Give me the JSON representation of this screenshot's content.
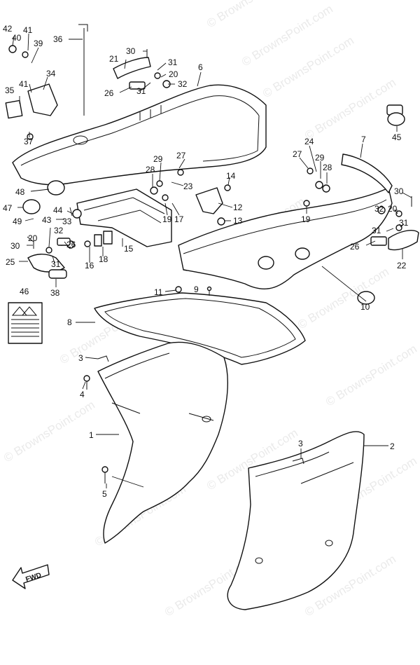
{
  "watermark": "© BrownsPoint.com",
  "fwd_label": "FWD",
  "callouts": [
    {
      "id": "c42",
      "text": "42"
    },
    {
      "id": "c41a",
      "text": "41"
    },
    {
      "id": "c40",
      "text": "40"
    },
    {
      "id": "c39",
      "text": "39"
    },
    {
      "id": "c36",
      "text": "36"
    },
    {
      "id": "c30a",
      "text": "30"
    },
    {
      "id": "c21",
      "text": "21"
    },
    {
      "id": "c31a",
      "text": "31"
    },
    {
      "id": "c6",
      "text": "6"
    },
    {
      "id": "c20a",
      "text": "20"
    },
    {
      "id": "c32a",
      "text": "32"
    },
    {
      "id": "c26a",
      "text": "26"
    },
    {
      "id": "c31b",
      "text": "31"
    },
    {
      "id": "c41b",
      "text": "41"
    },
    {
      "id": "c34",
      "text": "34"
    },
    {
      "id": "c35",
      "text": "35"
    },
    {
      "id": "c45",
      "text": "45"
    },
    {
      "id": "c37",
      "text": "37"
    },
    {
      "id": "c24",
      "text": "24"
    },
    {
      "id": "c7",
      "text": "7"
    },
    {
      "id": "c27a",
      "text": "27"
    },
    {
      "id": "c29a",
      "text": "29"
    },
    {
      "id": "c27b",
      "text": "27"
    },
    {
      "id": "c29b",
      "text": "29"
    },
    {
      "id": "c28a",
      "text": "28"
    },
    {
      "id": "c28b",
      "text": "28"
    },
    {
      "id": "c14",
      "text": "14"
    },
    {
      "id": "c23",
      "text": "23"
    },
    {
      "id": "c48",
      "text": "48"
    },
    {
      "id": "c30b",
      "text": "30"
    },
    {
      "id": "c47",
      "text": "47"
    },
    {
      "id": "c12",
      "text": "12"
    },
    {
      "id": "c44",
      "text": "44"
    },
    {
      "id": "c33",
      "text": "33"
    },
    {
      "id": "c49",
      "text": "49"
    },
    {
      "id": "c43",
      "text": "43"
    },
    {
      "id": "c19a",
      "text": "19"
    },
    {
      "id": "c17",
      "text": "17"
    },
    {
      "id": "c13",
      "text": "13"
    },
    {
      "id": "c19b",
      "text": "19"
    },
    {
      "id": "c32b",
      "text": "32"
    },
    {
      "id": "c20b",
      "text": "20"
    },
    {
      "id": "c31c",
      "text": "31"
    },
    {
      "id": "c31d",
      "text": "31"
    },
    {
      "id": "c32c",
      "text": "32"
    },
    {
      "id": "c20c",
      "text": "20"
    },
    {
      "id": "c26b",
      "text": "26"
    },
    {
      "id": "c15",
      "text": "15"
    },
    {
      "id": "c30c",
      "text": "30"
    },
    {
      "id": "c26c",
      "text": "26"
    },
    {
      "id": "c22",
      "text": "22"
    },
    {
      "id": "c25",
      "text": "25"
    },
    {
      "id": "c31e",
      "text": "31"
    },
    {
      "id": "c16",
      "text": "16"
    },
    {
      "id": "c18",
      "text": "18"
    },
    {
      "id": "c38",
      "text": "38"
    },
    {
      "id": "c46",
      "text": "46"
    },
    {
      "id": "c11",
      "text": "11"
    },
    {
      "id": "c9",
      "text": "9"
    },
    {
      "id": "c8",
      "text": "8"
    },
    {
      "id": "c10",
      "text": "10"
    },
    {
      "id": "c3a",
      "text": "3"
    },
    {
      "id": "c4",
      "text": "4"
    },
    {
      "id": "c1",
      "text": "1"
    },
    {
      "id": "c3b",
      "text": "3"
    },
    {
      "id": "c2",
      "text": "2"
    },
    {
      "id": "c5",
      "text": "5"
    }
  ]
}
